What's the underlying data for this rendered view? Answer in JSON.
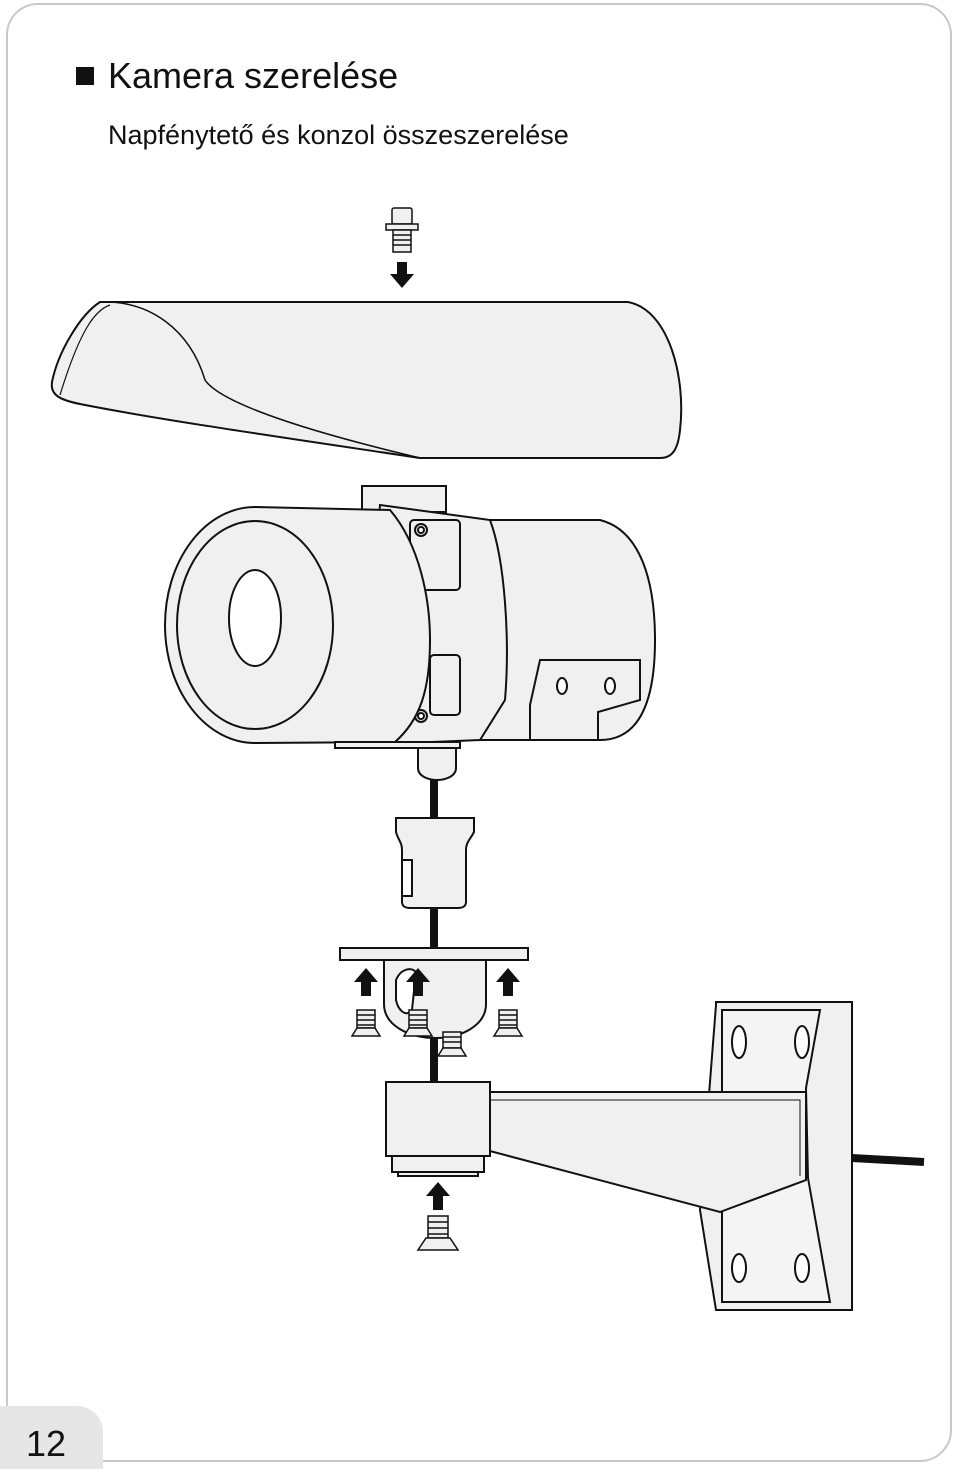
{
  "header": {
    "title": "Kamera szerelése",
    "subtitle": "Napfénytető és konzol összeszerelése"
  },
  "footer": {
    "page_number": "12"
  },
  "colors": {
    "line": "#111111",
    "fill": "#f0f0f0",
    "tab": "#e6e6e6",
    "frame": "#c8c8c8"
  },
  "icons": {
    "bullet": "square-bullet-icon",
    "arrows": "arrow-icon"
  }
}
